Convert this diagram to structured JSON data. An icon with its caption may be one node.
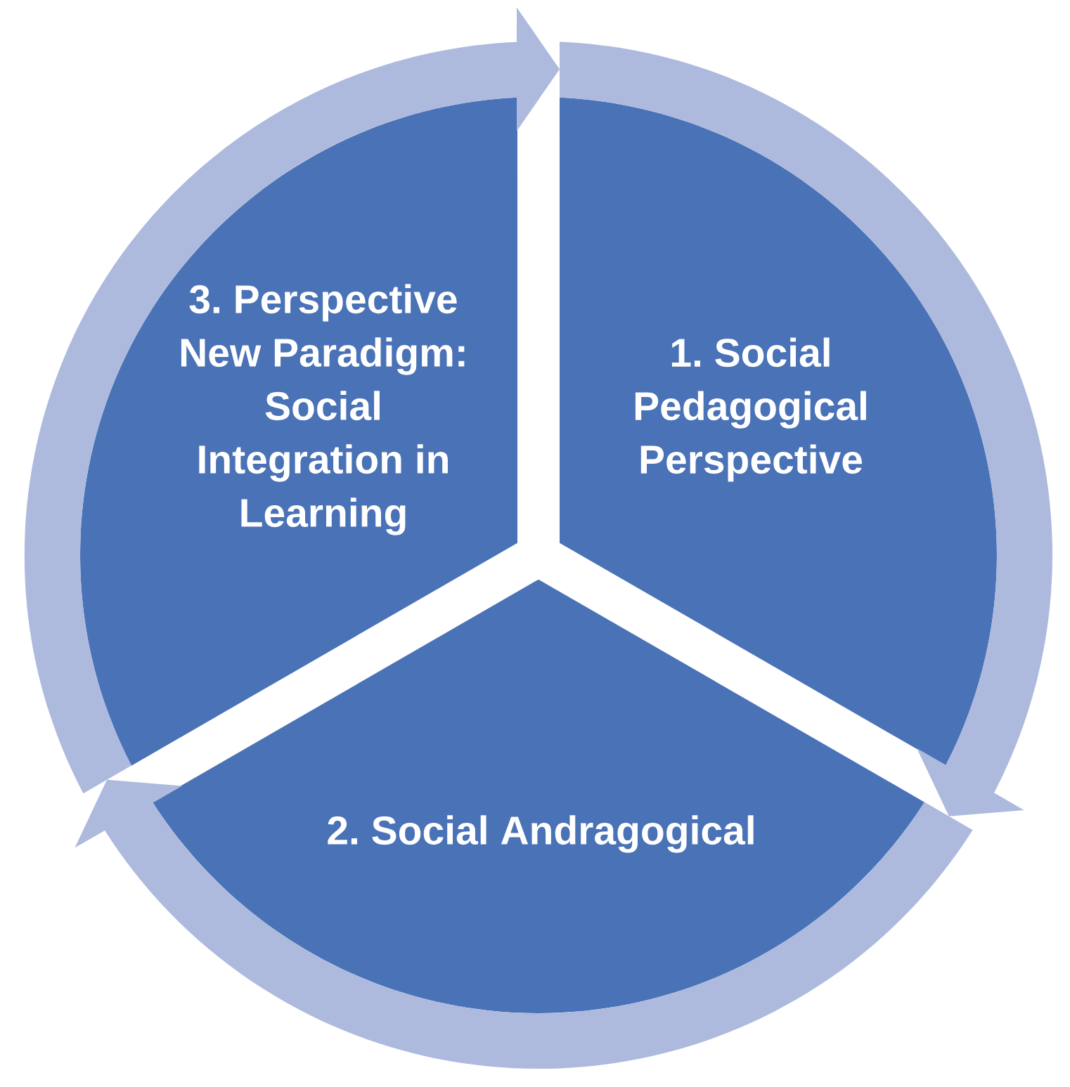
{
  "diagram": {
    "nodes": [
      {
        "text": [
          "1. Social Pedagogical Perspective"
        ]
      },
      {
        "text": [
          "2. Social Andragogical"
        ]
      },
      {
        "text": [
          "3. Perspective New Paradigm: Social Integration in Learning"
        ]
      }
    ],
    "edges": [
      {
        "from": 0,
        "to": 1,
        "arrow": "to"
      },
      {
        "from": 1,
        "to": 2,
        "arrow": "to"
      },
      {
        "from": 2,
        "to": 0,
        "arrow": "to"
      }
    ]
  }
}
